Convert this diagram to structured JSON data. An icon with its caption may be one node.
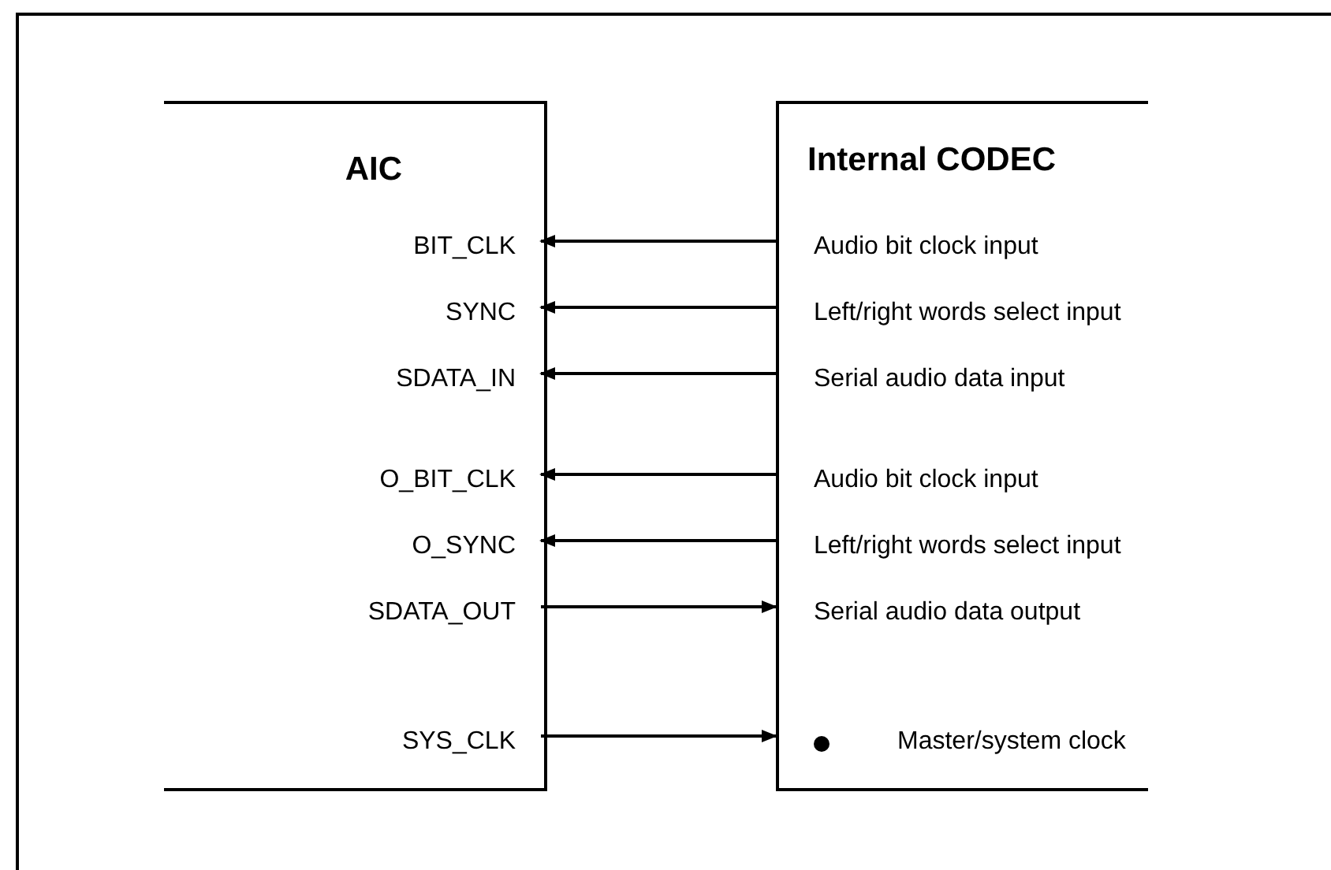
{
  "diagram": {
    "nodes": [
      {
        "text": [],
        "shape": "box"
      },
      {
        "text": [
          "AIC"
        ],
        "in": 0
      },
      {
        "text": [
          "Internal CODEC"
        ],
        "in": 0
      },
      {
        "text": [
          "BIT_CLK"
        ],
        "in": 1
      },
      {
        "text": [
          "SYNC"
        ],
        "in": 1
      },
      {
        "text": [
          "SDATA_IN"
        ],
        "in": 1
      },
      {
        "text": [
          "O_BIT_CLK"
        ],
        "in": 1
      },
      {
        "text": [
          "O_SYNC"
        ],
        "in": 1
      },
      {
        "text": [
          "SDATA_OUT"
        ],
        "in": 1
      },
      {
        "text": [
          "SYS_CLK"
        ],
        "in": 1
      },
      {
        "text": [
          "Audio bit clock input"
        ],
        "in": 2
      },
      {
        "text": [
          "Left/right words select input"
        ],
        "in": 2
      },
      {
        "text": [
          "Serial audio data input"
        ],
        "in": 2
      },
      {
        "text": [
          "Audio bit clock input"
        ],
        "in": 2
      },
      {
        "text": [
          "Left/right words select input"
        ],
        "in": 2
      },
      {
        "text": [
          "Serial audio data output"
        ],
        "in": 2
      },
      {
        "text": [
          "Master/system clock"
        ],
        "in": 2
      }
    ],
    "edges": [
      {
        "from": 10,
        "to": 3,
        "arrow": "to"
      },
      {
        "from": 11,
        "to": 4,
        "arrow": "to"
      },
      {
        "from": 12,
        "to": 5,
        "arrow": "to"
      },
      {
        "from": 13,
        "to": 6,
        "arrow": "to"
      },
      {
        "from": 14,
        "to": 7,
        "arrow": "to"
      },
      {
        "from": 8,
        "to": 15,
        "arrow": "to"
      },
      {
        "from": 9,
        "to": 16,
        "arrow": "to"
      }
    ]
  }
}
